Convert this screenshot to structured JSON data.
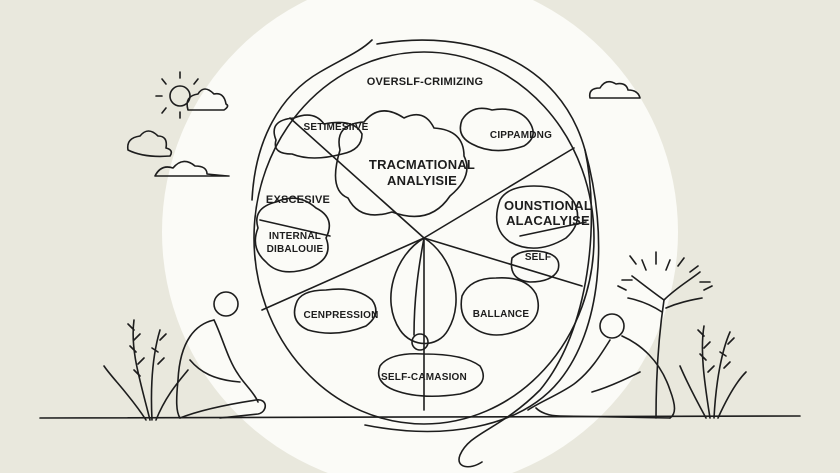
{
  "diagram": {
    "segments": {
      "top": "OVERSLF-CRIMIZING",
      "upper_left": "SETIMESIIVE",
      "upper_right": "CIPPAMDNG",
      "center": [
        "TRACMATIONAL",
        "ANALYISIE"
      ],
      "left": "EXSCESIVE",
      "left_inner": [
        "INTERNAL",
        "DIBALOUIE"
      ],
      "right": [
        "OUNSTIONAL",
        "ALACALYISE"
      ],
      "right_inner": "SELF",
      "lower_left": "CENPRESSION",
      "lower_right": "BALLANCE",
      "bottom": "SELF-CAMASION"
    },
    "colors": {
      "background": "#e9e8dd",
      "halo": "#fbfbf7",
      "ink": "#1d1d1d"
    }
  }
}
